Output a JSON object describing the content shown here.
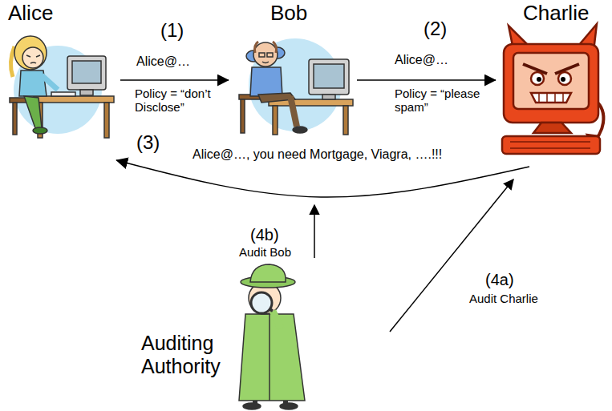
{
  "diagram": {
    "nodes": [
      {
        "text": [
          "Alice"
        ]
      },
      {
        "text": [
          "Bob"
        ]
      },
      {
        "text": [
          "Charlie"
        ]
      },
      {
        "text": [
          "Auditing Authority"
        ]
      }
    ],
    "edges": [
      {
        "from": 0,
        "to": 1,
        "arrow": "to",
        "label": "(1)"
      },
      {
        "from": 1,
        "to": 2,
        "arrow": "to",
        "label": "(2)"
      },
      {
        "from": 2,
        "to": 0,
        "arrow": "to",
        "label": "(3)"
      }
    ],
    "labels": [
      "Alice@…",
      "Policy = “don’t Disclose”",
      "Alice@…",
      "Policy = “please spam”",
      "Alice@…, you need Mortgage, Viagra, ….!!!",
      "(4b)",
      "Audit Bob",
      "(4a)",
      "Audit Charlie"
    ]
  }
}
